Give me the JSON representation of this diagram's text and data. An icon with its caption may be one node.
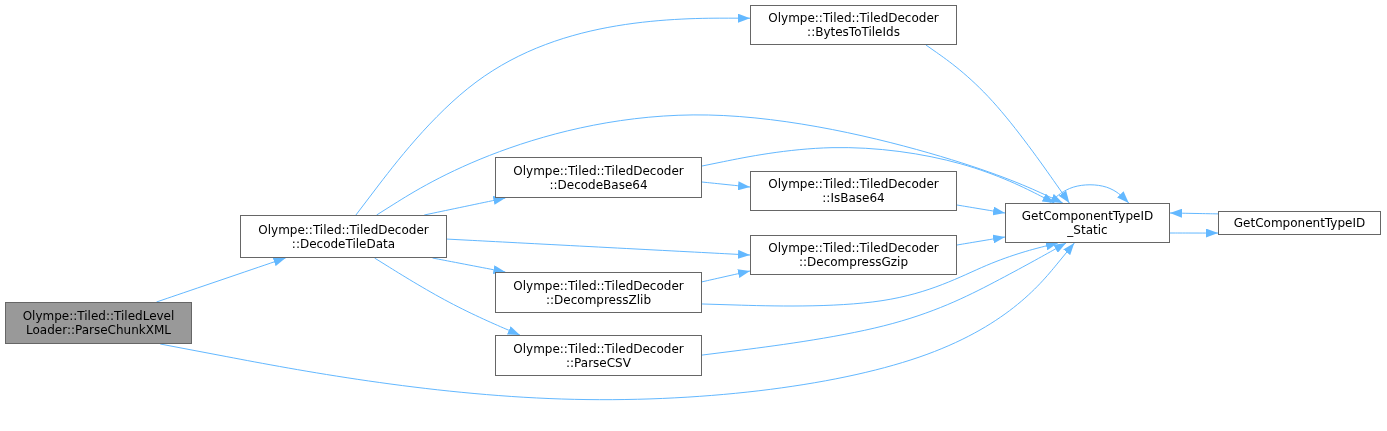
{
  "diagram": {
    "nodes": [
      {
        "text": [
          "Olympe::Tiled::TiledLevel Loader::ParseChunkXML"
        ]
      },
      {
        "text": [
          "Olympe::Tiled::TiledDecoder ::DecodeTileData"
        ]
      },
      {
        "text": [
          "Olympe::Tiled::TiledDecoder ::BytesToTileIds"
        ]
      },
      {
        "text": [
          "Olympe::Tiled::TiledDecoder ::DecodeBase64"
        ]
      },
      {
        "text": [
          "Olympe::Tiled::TiledDecoder ::IsBase64"
        ]
      },
      {
        "text": [
          "Olympe::Tiled::TiledDecoder ::DecompressGzip"
        ]
      },
      {
        "text": [
          "Olympe::Tiled::TiledDecoder ::DecompressZlib"
        ]
      },
      {
        "text": [
          "Olympe::Tiled::TiledDecoder ::ParseCSV"
        ]
      },
      {
        "text": [
          "GetComponentTypeID _Static"
        ]
      },
      {
        "text": [
          "GetComponentTypeID"
        ]
      }
    ],
    "edges": [
      {
        "from": 0,
        "to": 1,
        "arrow": "to"
      },
      {
        "from": 0,
        "to": 8,
        "arrow": "to"
      },
      {
        "from": 1,
        "to": 2,
        "arrow": "to"
      },
      {
        "from": 1,
        "to": 8,
        "arrow": "to"
      },
      {
        "from": 1,
        "to": 3,
        "arrow": "to"
      },
      {
        "from": 1,
        "to": 5,
        "arrow": "to"
      },
      {
        "from": 1,
        "to": 6,
        "arrow": "to"
      },
      {
        "from": 1,
        "to": 7,
        "arrow": "to"
      },
      {
        "from": 2,
        "to": 8,
        "arrow": "to"
      },
      {
        "from": 3,
        "to": 8,
        "arrow": "to"
      },
      {
        "from": 3,
        "to": 4,
        "arrow": "to"
      },
      {
        "from": 4,
        "to": 8,
        "arrow": "to"
      },
      {
        "from": 5,
        "to": 8,
        "arrow": "to"
      },
      {
        "from": 6,
        "to": 5,
        "arrow": "to"
      },
      {
        "from": 6,
        "to": 8,
        "arrow": "to"
      },
      {
        "from": 7,
        "to": 8,
        "arrow": "to"
      },
      {
        "from": 8,
        "to": 8,
        "arrow": "to"
      },
      {
        "from": 8,
        "to": 9,
        "arrow": "to"
      },
      {
        "from": 9,
        "to": 8,
        "arrow": "to"
      }
    ]
  }
}
